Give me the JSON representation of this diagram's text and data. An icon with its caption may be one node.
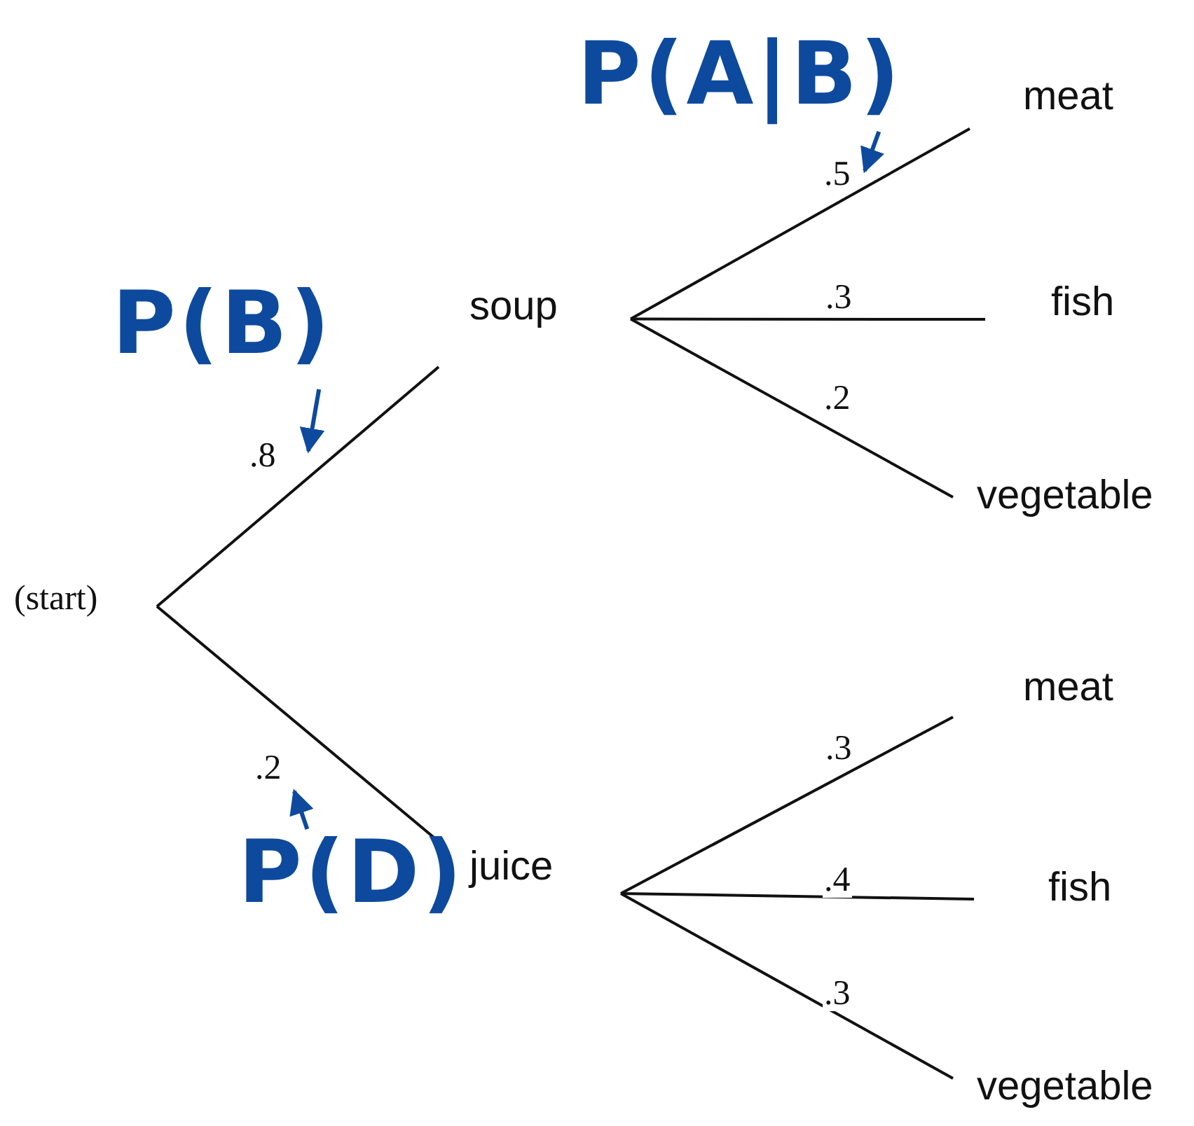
{
  "diagram": {
    "nodes": [
      {
        "text": [
          "(start)"
        ]
      },
      {
        "text": [
          "soup"
        ]
      },
      {
        "text": [
          "juice"
        ]
      },
      {
        "text": [
          "meat"
        ]
      },
      {
        "text": [
          "fish"
        ]
      },
      {
        "text": [
          "vegetable"
        ]
      },
      {
        "text": [
          "meat"
        ]
      },
      {
        "text": [
          "fish"
        ]
      },
      {
        "text": [
          "vegetable"
        ]
      },
      {
        "text": [
          "P(A|B)"
        ]
      },
      {
        "text": [
          "P(B)"
        ]
      },
      {
        "text": [
          "P(D)"
        ]
      }
    ],
    "edges": [
      {
        "from": 0,
        "to": 1,
        "label": ".8",
        "arrow": "none"
      },
      {
        "from": 0,
        "to": 2,
        "label": ".2",
        "arrow": "none"
      },
      {
        "from": 1,
        "to": 3,
        "label": ".5",
        "arrow": "none"
      },
      {
        "from": 1,
        "to": 4,
        "label": ".3",
        "arrow": "none"
      },
      {
        "from": 1,
        "to": 5,
        "label": ".2",
        "arrow": "none"
      },
      {
        "from": 2,
        "to": 6,
        "label": ".3",
        "arrow": "none"
      },
      {
        "from": 2,
        "to": 7,
        "label": ".4",
        "arrow": "none"
      },
      {
        "from": 2,
        "to": 8,
        "label": ".3",
        "arrow": "none"
      },
      {
        "from": 9,
        "to": null,
        "arrow": "to",
        "color": "#0d4a9e"
      },
      {
        "from": 10,
        "to": null,
        "arrow": "to",
        "color": "#0d4a9e"
      },
      {
        "from": 11,
        "to": null,
        "arrow": "to",
        "color": "#0d4a9e"
      }
    ]
  }
}
